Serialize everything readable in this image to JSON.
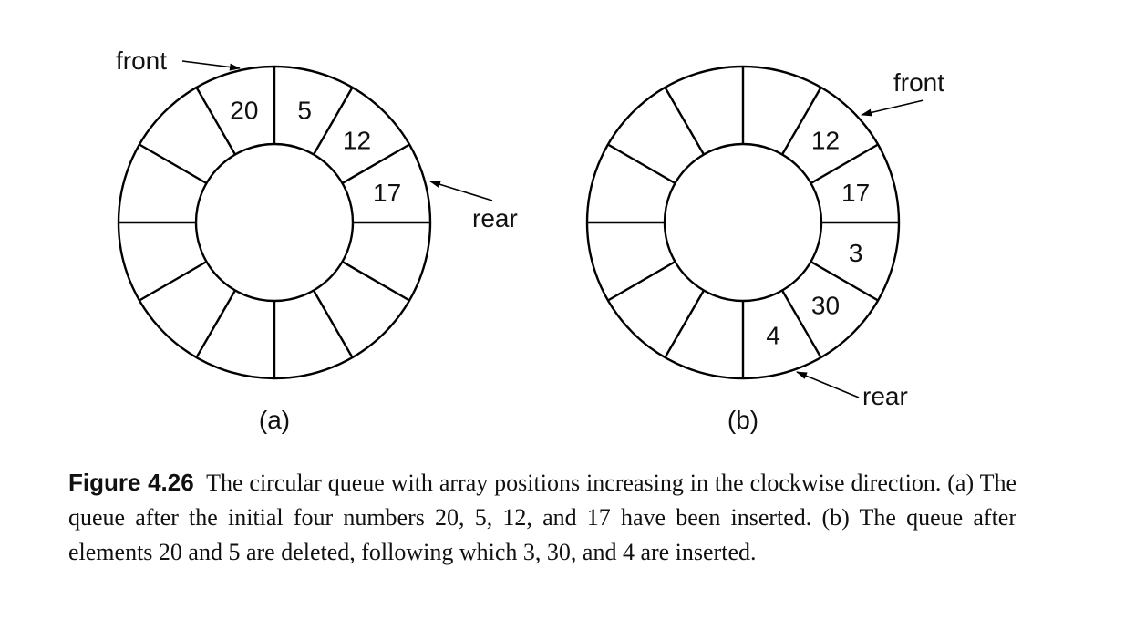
{
  "diagrams": [
    {
      "id": "a",
      "label": "(a)",
      "cells": [
        "20",
        "5",
        "12",
        "17",
        "",
        "",
        "",
        "",
        "",
        "",
        "",
        ""
      ],
      "pointers": [
        {
          "text": "front",
          "role": "front"
        },
        {
          "text": "rear",
          "role": "rear"
        }
      ]
    },
    {
      "id": "b",
      "label": "(b)",
      "cells": [
        "",
        "",
        "12",
        "17",
        "3",
        "30",
        "4",
        "",
        "",
        "",
        "",
        ""
      ],
      "pointers": [
        {
          "text": "front",
          "role": "front"
        },
        {
          "text": "rear",
          "role": "rear"
        }
      ]
    }
  ],
  "caption": {
    "figure_label": "Figure 4.26",
    "text": "The circular queue with array positions increasing in the clockwise direction. (a) The queue after the initial four numbers 20, 5, 12, and 17 have been inserted. (b) The queue after elements 20 and 5 are deleted, following which 3, 30, and 4 are inserted."
  },
  "colors": {
    "stroke": "#000000",
    "text": "#111111"
  }
}
